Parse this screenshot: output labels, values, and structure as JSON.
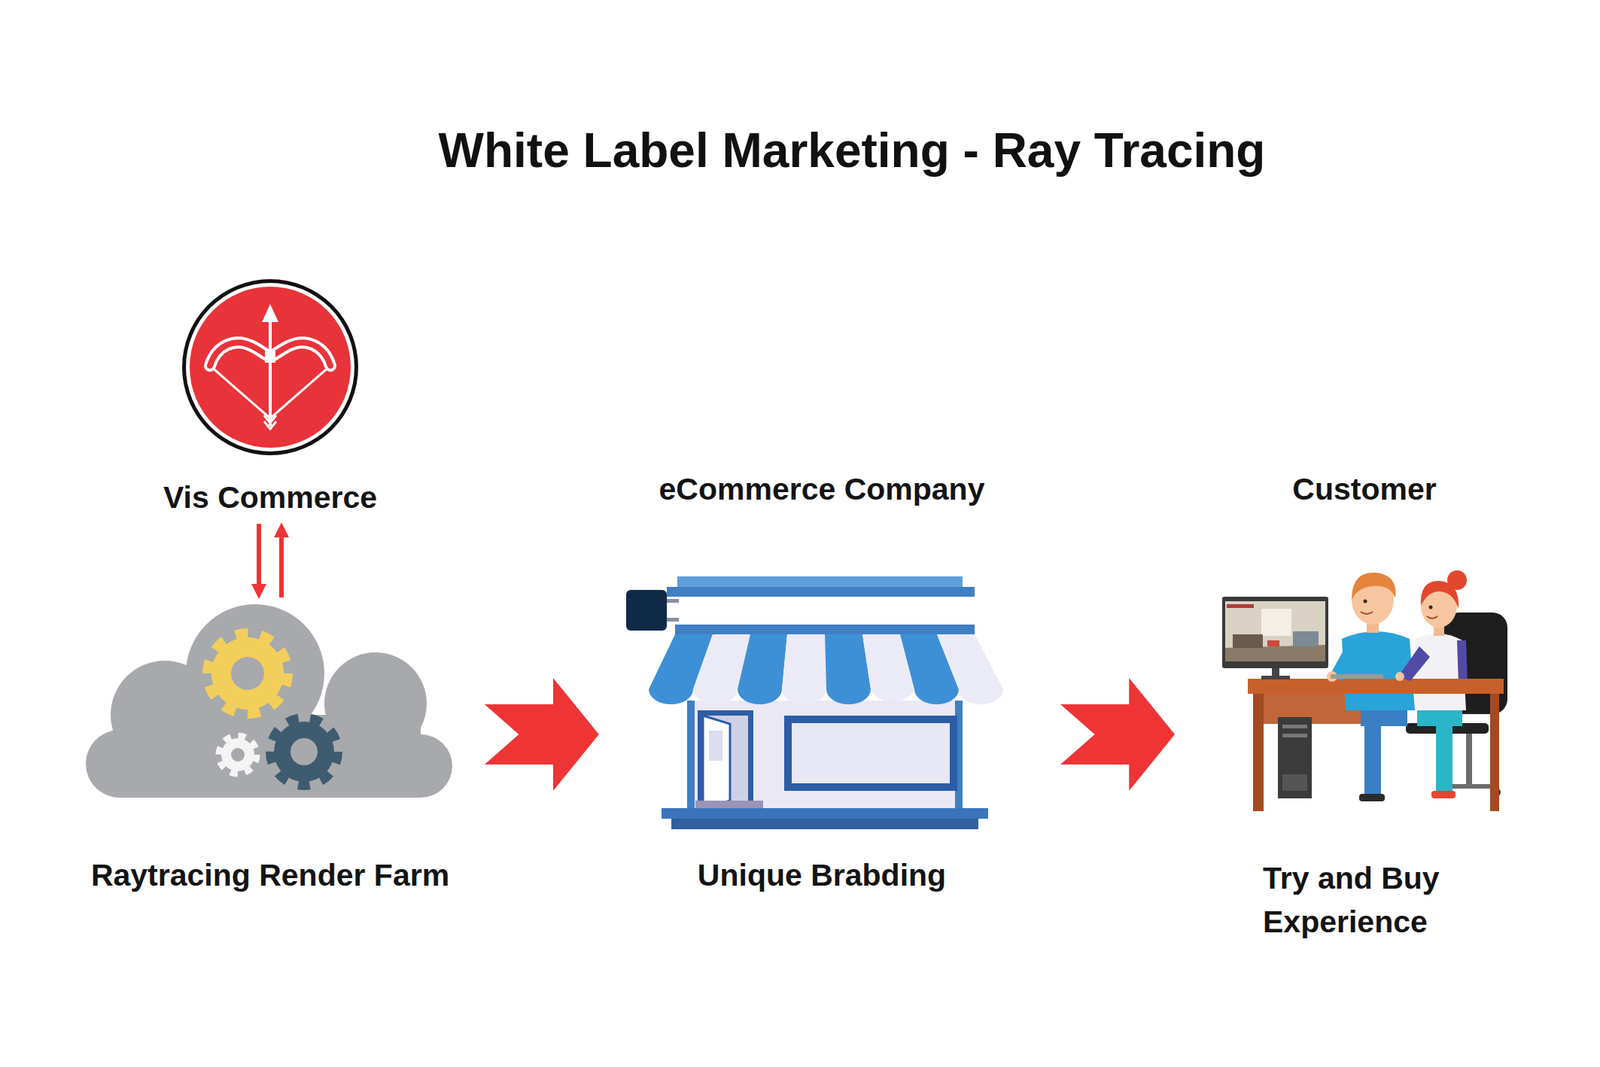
{
  "diagram": {
    "title": "White Label Marketing - Ray Tracing",
    "nodes": [
      {
        "text": [
          "Vis Commerce"
        ]
      },
      {
        "text": [
          "Raytracing Render Farm"
        ]
      },
      {
        "text": [
          "eCommerce Company",
          "Unique Brabding"
        ]
      },
      {
        "text": [
          "Customer",
          "Try and Buy Experience"
        ]
      }
    ],
    "edges": [
      {
        "from": 0,
        "to": 1,
        "arrow": "to"
      },
      {
        "from": 1,
        "to": 0,
        "arrow": "to"
      },
      {
        "from": 1,
        "to": 2,
        "arrow": "to"
      },
      {
        "from": 2,
        "to": 3,
        "arrow": "to"
      }
    ]
  }
}
